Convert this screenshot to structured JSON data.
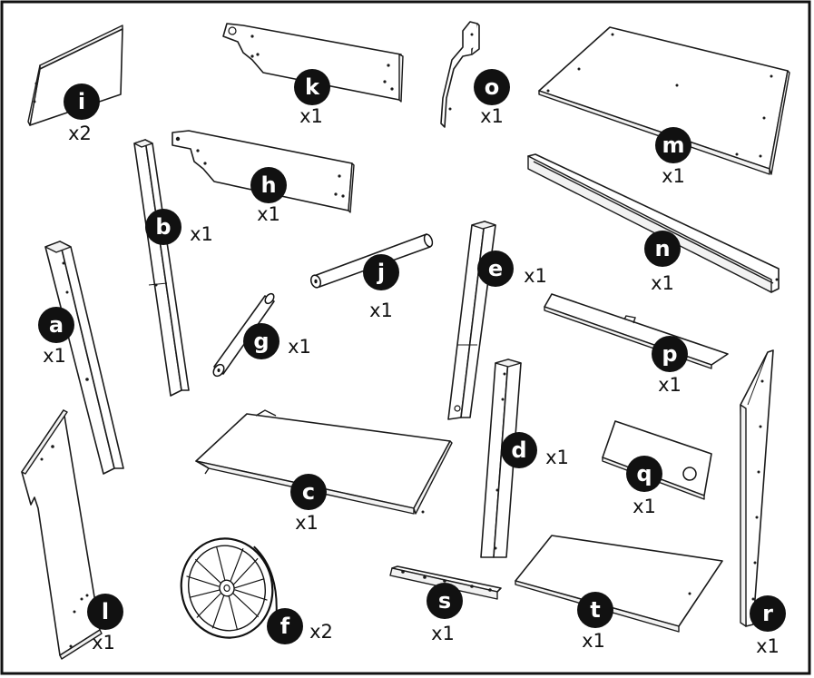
{
  "parts": [
    {
      "letter": "i",
      "qty": "x2"
    },
    {
      "letter": "k",
      "qty": "x1"
    },
    {
      "letter": "o",
      "qty": "x1"
    },
    {
      "letter": "m",
      "qty": "x1"
    },
    {
      "letter": "h",
      "qty": "x1"
    },
    {
      "letter": "b",
      "qty": "x1"
    },
    {
      "letter": "n",
      "qty": "x1"
    },
    {
      "letter": "j",
      "qty": "x1"
    },
    {
      "letter": "e",
      "qty": "x1"
    },
    {
      "letter": "a",
      "qty": "x1"
    },
    {
      "letter": "g",
      "qty": "x1"
    },
    {
      "letter": "p",
      "qty": "x1"
    },
    {
      "letter": "d",
      "qty": "x1"
    },
    {
      "letter": "c",
      "qty": "x1"
    },
    {
      "letter": "q",
      "qty": "x1"
    },
    {
      "letter": "l",
      "qty": "x1"
    },
    {
      "letter": "f",
      "qty": "x2"
    },
    {
      "letter": "s",
      "qty": "x1"
    },
    {
      "letter": "t",
      "qty": "x1"
    },
    {
      "letter": "r",
      "qty": "x1"
    }
  ]
}
